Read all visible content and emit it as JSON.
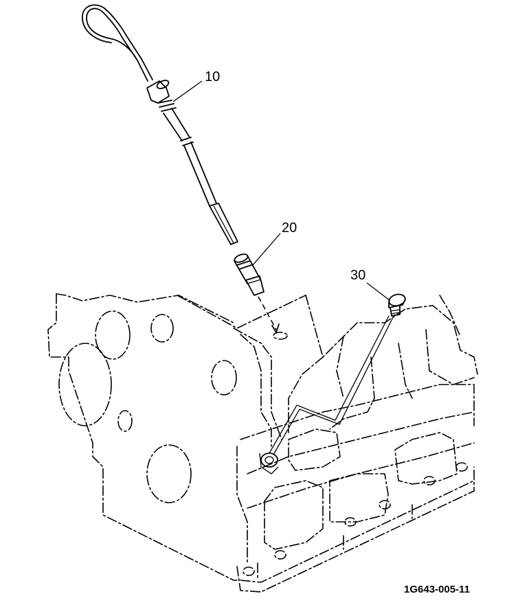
{
  "callouts": {
    "dipstick": "10",
    "guide_tube": "20",
    "plug": "30"
  },
  "figure_id": "1G643-005-11"
}
